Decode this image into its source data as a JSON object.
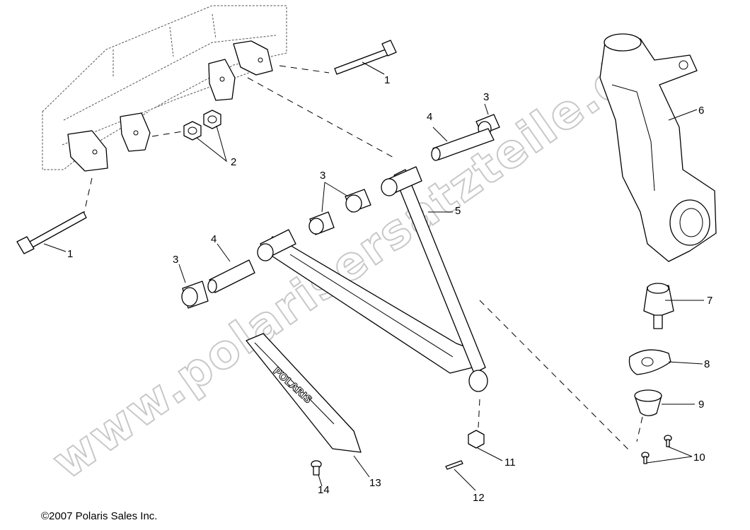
{
  "watermark": "www.polarisersatzteile.de",
  "copyright": "©2007 Polaris Sales Inc.",
  "guard_brand": "POLARIS",
  "callouts": {
    "c1a": "1",
    "c1b": "1",
    "c2": "2",
    "c3a": "3",
    "c3b": "3",
    "c3c": "3",
    "c4a": "4",
    "c4b": "4",
    "c5": "5",
    "c6": "6",
    "c7": "7",
    "c8": "8",
    "c9": "9",
    "c10": "10",
    "c11": "11",
    "c12": "12",
    "c13": "13",
    "c14": "14"
  }
}
